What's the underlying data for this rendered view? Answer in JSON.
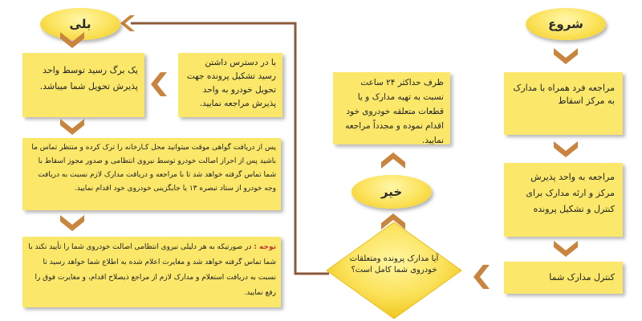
{
  "start_label": "شروع",
  "yes_label": "بلی",
  "no_label": "خیر",
  "step1": "مراجعه فرد همراه با مدارک به مرکز اسقاط",
  "step2": "مراجعه به واحد پذیرش مرکز و ارئه مدارک برای کنترل و تشکیل پرونده",
  "step3": "کنترل مدارک شما",
  "decision": "آیا مدارک پرونده ومتعلقات خودروی شما کامل است؟",
  "no_action": "ظرف حداکثر ۲۴ ساعت نسبت به تهیه مدارک و یا قطعات متعلقه خودروی خود اقدام نموده و مجدداً مراجعه نمایید.",
  "yes_branch_1": "با در دسترس داشتن رسید تشکیل پرونده جهت تحویل خودرو به واحد پذیرش مراجعه نمایید.",
  "receipt": "یک برگ رسید توسط واحد پذیرش تحویل شما میباشد.",
  "after_receipt": "پس از دریافت گواهی موقت میتوانید محل کـارخانه را ترک کرده و منتظر تماس ما باشید پس از احراز اصالت خودرو توسط نیروی انتظامی و صدور مجوز اسقاط با شما تماس گرفته خواهد شد تا با مراجعه و دریافت مدارک لازم نسبت به دریافت وجه خودرو از ستاد تبصره ۱۳ یا جایگزینی خودروی خود اقدام نمایید.",
  "note_label": "توجه :",
  "note_text": "در صورتیکه به هر دلیلی نیروی انتظامی اصالت خودروی شما را تأیید نکند با شما تماس گرفته خواهد شد و مغایرت اعلام شده به اطلاع شما خواهد رسید تا نسبت به دریافت استعلام و مدارک لازم از مراجع ذیصلاح اقدام، و مغایرت فوق را رفع نمایید."
}
